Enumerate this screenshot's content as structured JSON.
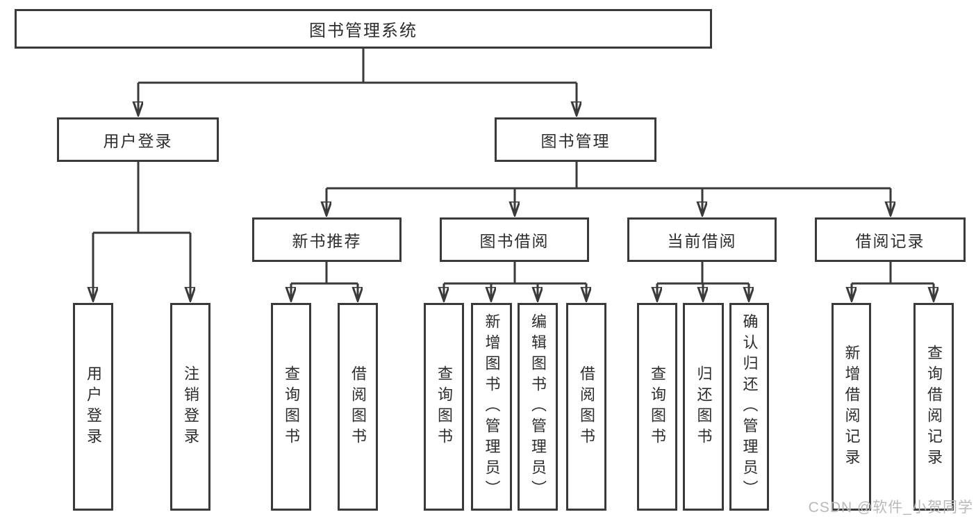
{
  "diagram": {
    "type": "tree",
    "root": {
      "label": "图书管理系统",
      "children": [
        {
          "label": "用户登录",
          "children": [
            {
              "label": "用户登录"
            },
            {
              "label": "注销登录"
            }
          ]
        },
        {
          "label": "图书管理",
          "children": [
            {
              "label": "新书推荐",
              "children": [
                {
                  "label": "查询图书"
                },
                {
                  "label": "借阅图书"
                }
              ]
            },
            {
              "label": "图书借阅",
              "children": [
                {
                  "label": "查询图书"
                },
                {
                  "label": "新增图书（管理员）"
                },
                {
                  "label": "编辑图书（管理员）"
                },
                {
                  "label": "借阅图书"
                }
              ]
            },
            {
              "label": "当前借阅",
              "children": [
                {
                  "label": "查询图书"
                },
                {
                  "label": "归还图书"
                },
                {
                  "label": "确认归还（管理员）"
                }
              ]
            },
            {
              "label": "借阅记录",
              "children": [
                {
                  "label": "新增借阅记录"
                },
                {
                  "label": "查询借阅记录"
                }
              ]
            }
          ]
        }
      ]
    }
  },
  "watermark": "CSDN @软件_小贺同学",
  "colors": {
    "line": "#3a3a3a",
    "text": "#2d2d2d",
    "background": "#ffffff",
    "watermark": "#b9b9b9"
  }
}
